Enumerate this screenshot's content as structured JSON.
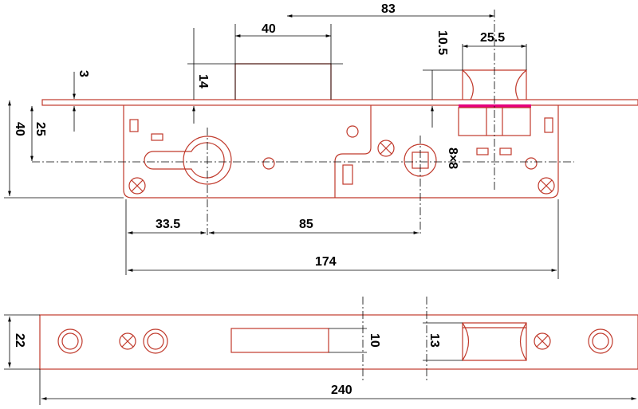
{
  "dimensions": {
    "d83": "83",
    "d40_top": "40",
    "d10_5": "10.5",
    "d25_5": "25.5",
    "d3": "3",
    "d14": "14",
    "d40_left": "40",
    "d25": "25",
    "d8x8": "8×8",
    "d33_5": "33.5",
    "d85": "85",
    "d174": "174",
    "d22": "22",
    "d10": "10",
    "d13": "13",
    "d240": "240"
  },
  "colors": {
    "outline": "#c0392b",
    "highlight": "#e6007e",
    "dimension": "#000000"
  }
}
